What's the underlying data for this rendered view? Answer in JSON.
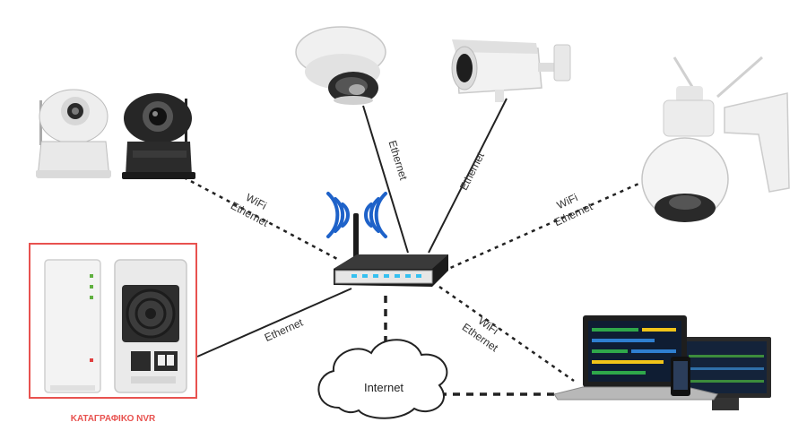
{
  "colors": {
    "accent_red": "#e8524f",
    "wifi_blue": "#1e62c9",
    "router_led": "#36c0f0",
    "line": "#222222"
  },
  "connections": {
    "ptz_left": {
      "label_top": "WiFi",
      "label_bottom": "Ethernet"
    },
    "dome": {
      "label": "Ethernet"
    },
    "bullet": {
      "label": "Ethernet"
    },
    "outdoor_ptz": {
      "label_top": "WiFi",
      "label_bottom": "Ethernet"
    },
    "nvr": {
      "label": "Ethernet"
    },
    "laptop": {
      "label_top": "WiFi",
      "label_bottom": "Ethernet"
    }
  },
  "cloud": {
    "label": "Internet"
  },
  "nvr": {
    "caption": "ΚΑΤΑΓΡΑΦΙΚΟ NVR"
  },
  "icons": [
    "wifi-signal-icon",
    "router-icon",
    "cloud-icon",
    "dome-camera-icon",
    "bullet-camera-icon",
    "ptz-camera-icon",
    "laptop-icon",
    "nvr-device-icon"
  ]
}
